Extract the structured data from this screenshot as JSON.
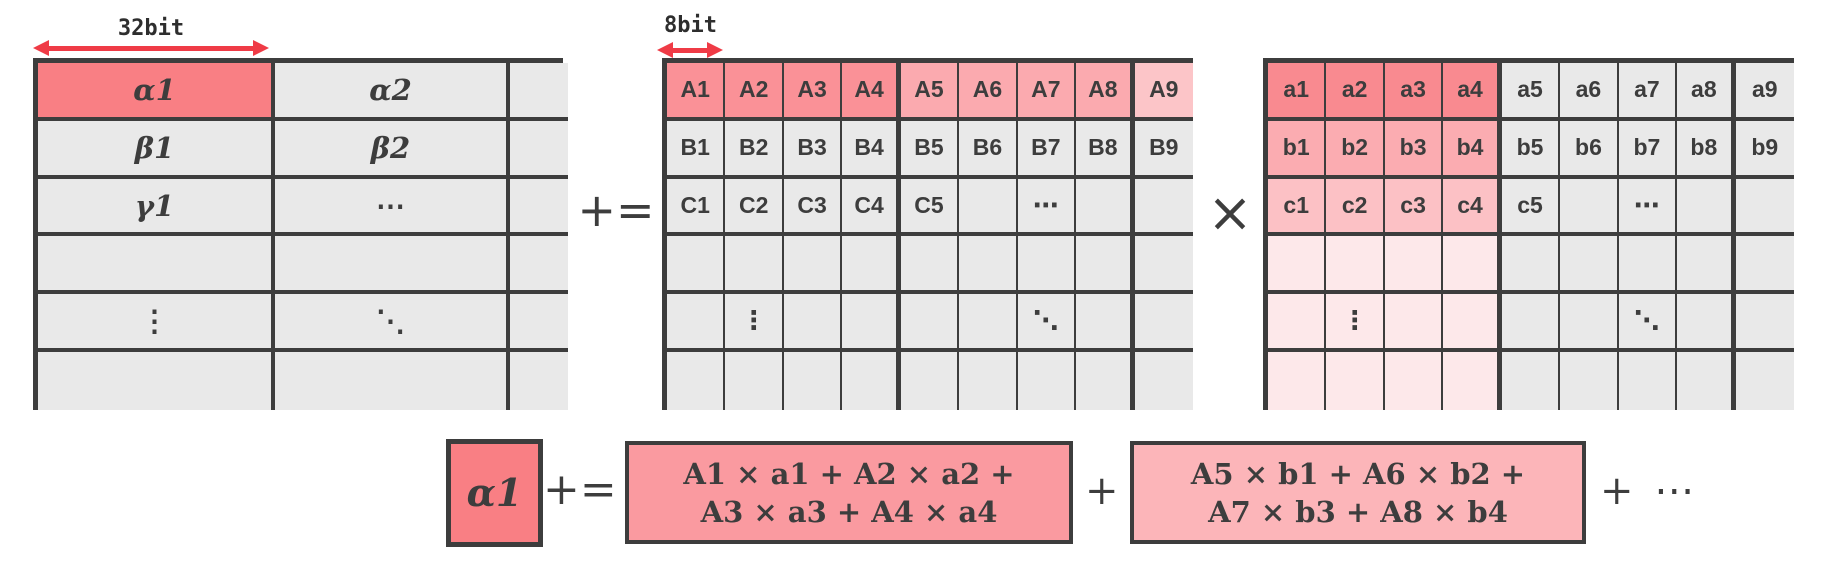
{
  "colors": {
    "border": "#3d3d3d",
    "arrow": "#ef3b46",
    "ink": "#3d3d3d",
    "cellGray": "#e9e9e9",
    "cellRed": "#f97f84",
    "cellSalmon": "#fa9197",
    "cellPink": "#fbaaaf",
    "cellPinkLight": "#fcc5c8",
    "cellSalmon2": "#f98a90",
    "cellPink2": "#fbacb1",
    "cellPink3": "#fcc1c5",
    "cellPalest": "#fde8ea",
    "eqTarget": "#f97f84",
    "eqBox1": "#fa9aa0",
    "eqBox2": "#fcb5b9"
  },
  "annotations": {
    "accumulator_width_label": "32bit",
    "lhs_width_label": "8bit"
  },
  "operators": {
    "accumulate": "+=",
    "multiply": "×"
  },
  "matrices": {
    "accumulator": {
      "cols": [
        237,
        235,
        58
      ],
      "inner_border": 4,
      "group_after": [],
      "rows": [
        [
          [
            "α1",
            "cellRed"
          ],
          [
            "α2",
            "cellGray"
          ],
          [
            "",
            "cellGray"
          ]
        ],
        [
          [
            "β1",
            "cellGray"
          ],
          [
            "β2",
            "cellGray"
          ],
          [
            "",
            "cellGray"
          ]
        ],
        [
          [
            "γ1",
            "cellGray"
          ],
          [
            "⋯",
            "cellGray"
          ],
          [
            "",
            "cellGray"
          ]
        ],
        [
          [
            "",
            "cellGray"
          ],
          [
            "",
            "cellGray"
          ],
          [
            "",
            "cellGray"
          ]
        ],
        [
          [
            "⋮",
            "cellGray"
          ],
          [
            "⋱",
            "cellGray"
          ],
          [
            "",
            "cellGray"
          ]
        ],
        [
          [
            "",
            "cellGray"
          ],
          [
            "",
            "cellGray"
          ],
          [
            "",
            "cellGray"
          ]
        ]
      ]
    },
    "lhs": {
      "cols": 9,
      "inner_border": 2,
      "group_after": [
        4,
        8
      ],
      "rows": [
        [
          [
            "A1",
            "cellSalmon"
          ],
          [
            "A2",
            "cellSalmon"
          ],
          [
            "A3",
            "cellSalmon"
          ],
          [
            "A4",
            "cellSalmon"
          ],
          [
            "A5",
            "cellPink"
          ],
          [
            "A6",
            "cellPink"
          ],
          [
            "A7",
            "cellPink"
          ],
          [
            "A8",
            "cellPink"
          ],
          [
            "A9",
            "cellPinkLight"
          ]
        ],
        [
          [
            "B1",
            "cellGray"
          ],
          [
            "B2",
            "cellGray"
          ],
          [
            "B3",
            "cellGray"
          ],
          [
            "B4",
            "cellGray"
          ],
          [
            "B5",
            "cellGray"
          ],
          [
            "B6",
            "cellGray"
          ],
          [
            "B7",
            "cellGray"
          ],
          [
            "B8",
            "cellGray"
          ],
          [
            "B9",
            "cellGray"
          ]
        ],
        [
          [
            "C1",
            "cellGray"
          ],
          [
            "C2",
            "cellGray"
          ],
          [
            "C3",
            "cellGray"
          ],
          [
            "C4",
            "cellGray"
          ],
          [
            "C5",
            "cellGray"
          ],
          [
            "",
            "cellGray"
          ],
          [
            "⋯",
            "cellGray"
          ],
          [
            "",
            "cellGray"
          ],
          [
            "",
            "cellGray"
          ]
        ],
        [
          [
            "",
            "cellGray"
          ],
          [
            "",
            "cellGray"
          ],
          [
            "",
            "cellGray"
          ],
          [
            "",
            "cellGray"
          ],
          [
            "",
            "cellGray"
          ],
          [
            "",
            "cellGray"
          ],
          [
            "",
            "cellGray"
          ],
          [
            "",
            "cellGray"
          ],
          [
            "",
            "cellGray"
          ]
        ],
        [
          [
            "",
            "cellGray"
          ],
          [
            "⋮",
            "cellGray"
          ],
          [
            "",
            "cellGray"
          ],
          [
            "",
            "cellGray"
          ],
          [
            "",
            "cellGray"
          ],
          [
            "",
            "cellGray"
          ],
          [
            "⋱",
            "cellGray"
          ],
          [
            "",
            "cellGray"
          ],
          [
            "",
            "cellGray"
          ]
        ],
        [
          [
            "",
            "cellGray"
          ],
          [
            "",
            "cellGray"
          ],
          [
            "",
            "cellGray"
          ],
          [
            "",
            "cellGray"
          ],
          [
            "",
            "cellGray"
          ],
          [
            "",
            "cellGray"
          ],
          [
            "",
            "cellGray"
          ],
          [
            "",
            "cellGray"
          ],
          [
            "",
            "cellGray"
          ]
        ]
      ]
    },
    "rhs": {
      "cols": 9,
      "inner_border": 2,
      "group_after": [
        4,
        8
      ],
      "rows": [
        [
          [
            "a1",
            "cellSalmon2"
          ],
          [
            "a2",
            "cellSalmon2"
          ],
          [
            "a3",
            "cellSalmon2"
          ],
          [
            "a4",
            "cellSalmon2"
          ],
          [
            "a5",
            "cellGray"
          ],
          [
            "a6",
            "cellGray"
          ],
          [
            "a7",
            "cellGray"
          ],
          [
            "a8",
            "cellGray"
          ],
          [
            "a9",
            "cellGray"
          ]
        ],
        [
          [
            "b1",
            "cellPink2"
          ],
          [
            "b2",
            "cellPink2"
          ],
          [
            "b3",
            "cellPink2"
          ],
          [
            "b4",
            "cellPink2"
          ],
          [
            "b5",
            "cellGray"
          ],
          [
            "b6",
            "cellGray"
          ],
          [
            "b7",
            "cellGray"
          ],
          [
            "b8",
            "cellGray"
          ],
          [
            "b9",
            "cellGray"
          ]
        ],
        [
          [
            "c1",
            "cellPink3"
          ],
          [
            "c2",
            "cellPink3"
          ],
          [
            "c3",
            "cellPink3"
          ],
          [
            "c4",
            "cellPink3"
          ],
          [
            "c5",
            "cellGray"
          ],
          [
            "",
            "cellGray"
          ],
          [
            "⋯",
            "cellGray"
          ],
          [
            "",
            "cellGray"
          ],
          [
            "",
            "cellGray"
          ]
        ],
        [
          [
            "",
            "cellPalest"
          ],
          [
            "",
            "cellPalest"
          ],
          [
            "",
            "cellPalest"
          ],
          [
            "",
            "cellPalest"
          ],
          [
            "",
            "cellGray"
          ],
          [
            "",
            "cellGray"
          ],
          [
            "",
            "cellGray"
          ],
          [
            "",
            "cellGray"
          ],
          [
            "",
            "cellGray"
          ]
        ],
        [
          [
            "",
            "cellPalest"
          ],
          [
            "⋮",
            "cellPalest"
          ],
          [
            "",
            "cellPalest"
          ],
          [
            "",
            "cellPalest"
          ],
          [
            "",
            "cellGray"
          ],
          [
            "",
            "cellGray"
          ],
          [
            "⋱",
            "cellGray"
          ],
          [
            "",
            "cellGray"
          ],
          [
            "",
            "cellGray"
          ]
        ],
        [
          [
            "",
            "cellPalest"
          ],
          [
            "",
            "cellPalest"
          ],
          [
            "",
            "cellPalest"
          ],
          [
            "",
            "cellPalest"
          ],
          [
            "",
            "cellGray"
          ],
          [
            "",
            "cellGray"
          ],
          [
            "",
            "cellGray"
          ],
          [
            "",
            "cellGray"
          ],
          [
            "",
            "cellGray"
          ]
        ]
      ]
    }
  },
  "equation": {
    "target": "α1",
    "accumulate_op": "+=",
    "box1_line1": "A1 × a1 + A2 × a2 +",
    "box1_line2": "A3 × a3 + A4 × a4",
    "plus": "+",
    "box2_line1": "A5 × b1 + A6 × b2 +",
    "box2_line2": "A7 × b3 + A8 × b4",
    "tail": "+ ⋯"
  }
}
